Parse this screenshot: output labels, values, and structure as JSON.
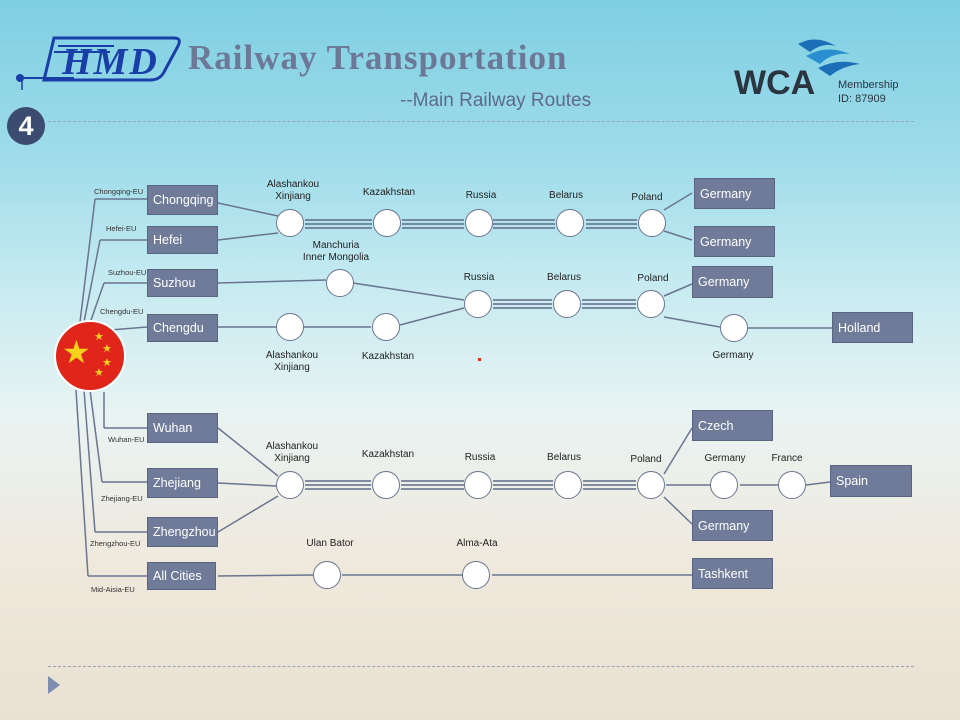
{
  "header": {
    "logo": "HMD",
    "title": "Railway Transportation",
    "subtitle": "--Main Railway Routes",
    "step": "4",
    "wca": "WCA",
    "membership_line1": "Membership",
    "membership_line2": "ID: 87909"
  },
  "origins": [
    {
      "city": "Chongqing",
      "route": "Chongqing-EU"
    },
    {
      "city": "Hefei",
      "route": "Hefei-EU"
    },
    {
      "city": "Suzhou",
      "route": "Suzhou-EU"
    },
    {
      "city": "Chengdu",
      "route": "Chengdu-EU"
    },
    {
      "city": "Wuhan",
      "route": "Wuhan-EU"
    },
    {
      "city": "Zhejiang",
      "route": "Zhejiang-EU"
    },
    {
      "city": "Zhengzhou",
      "route": "Zhengzhou-EU"
    },
    {
      "city": "All Cities",
      "route": "Mid-Aisia-EU"
    }
  ],
  "destinations": [
    "Germany",
    "Germany",
    "Germany",
    "Holland",
    "Czech",
    "Spain",
    "Germany",
    "Tashkent"
  ],
  "stations": {
    "r1": [
      "Alashankou\nXinjiang",
      "Kazakhstan",
      "Russia",
      "Belarus",
      "Poland"
    ],
    "r2": [
      "Manchuria\nInner Mongolia",
      "Russia",
      "Belarus",
      "Poland"
    ],
    "r3": [
      "Alashankou\nXinjiang",
      "Kazakhstan",
      "Germany"
    ],
    "r4": [
      "Alashankou\nXinjiang",
      "Kazakhstan",
      "Russia",
      "Belarus",
      "Poland",
      "Germany",
      "France"
    ],
    "r5": [
      "Ulan Bator",
      "Alma-Ata"
    ]
  }
}
